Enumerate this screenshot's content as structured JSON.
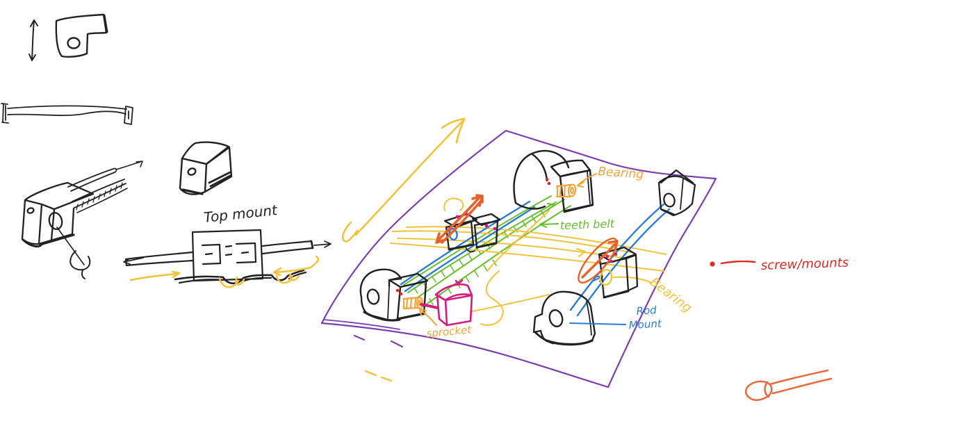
{
  "canvas": {
    "kind": "hand-drawn mechanical sketch",
    "background": "#ffffff"
  },
  "colors": {
    "ink": "#222222",
    "yellow": "#F2C23B",
    "orange": "#E8612B",
    "golden": "#F0A43A",
    "green": "#66BE2D",
    "blue": "#2B7BD4",
    "purple": "#7B3FB2",
    "magenta": "#D61B80",
    "red": "#DE2A23",
    "pen_orange": "#E8693C"
  },
  "labels": {
    "top_mount": "Top mount",
    "bearing_top": "Bearing",
    "teeth_belt": "teeth belt",
    "bearing_right": "Bearing",
    "rod_line1": "Rod",
    "rod_line2": "Mount",
    "screw_mounts": "screw/mounts",
    "sprocket": "sprocket"
  }
}
